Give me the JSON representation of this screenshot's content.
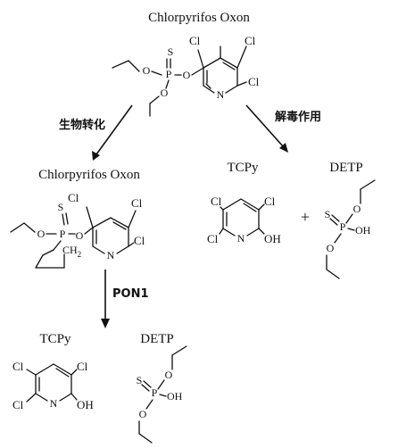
{
  "title_top": "Chlorpyrifos Oxon",
  "left_title": "Chlorpyrifos Oxon",
  "mid_tcpy": "TCPy",
  "mid_detp": "DETP",
  "bot_tcpy": "TCPy",
  "bot_detp": "DETP",
  "arrow_left_label": "生物转化",
  "arrow_right_label": "解毒作用",
  "arrow_down_label": "PON1",
  "plus": "+",
  "atoms": {
    "S": "S",
    "P": "P",
    "O": "O",
    "N": "N",
    "Cl": "Cl",
    "OH": "OH",
    "CH2": "CH",
    "sub2": "2"
  }
}
